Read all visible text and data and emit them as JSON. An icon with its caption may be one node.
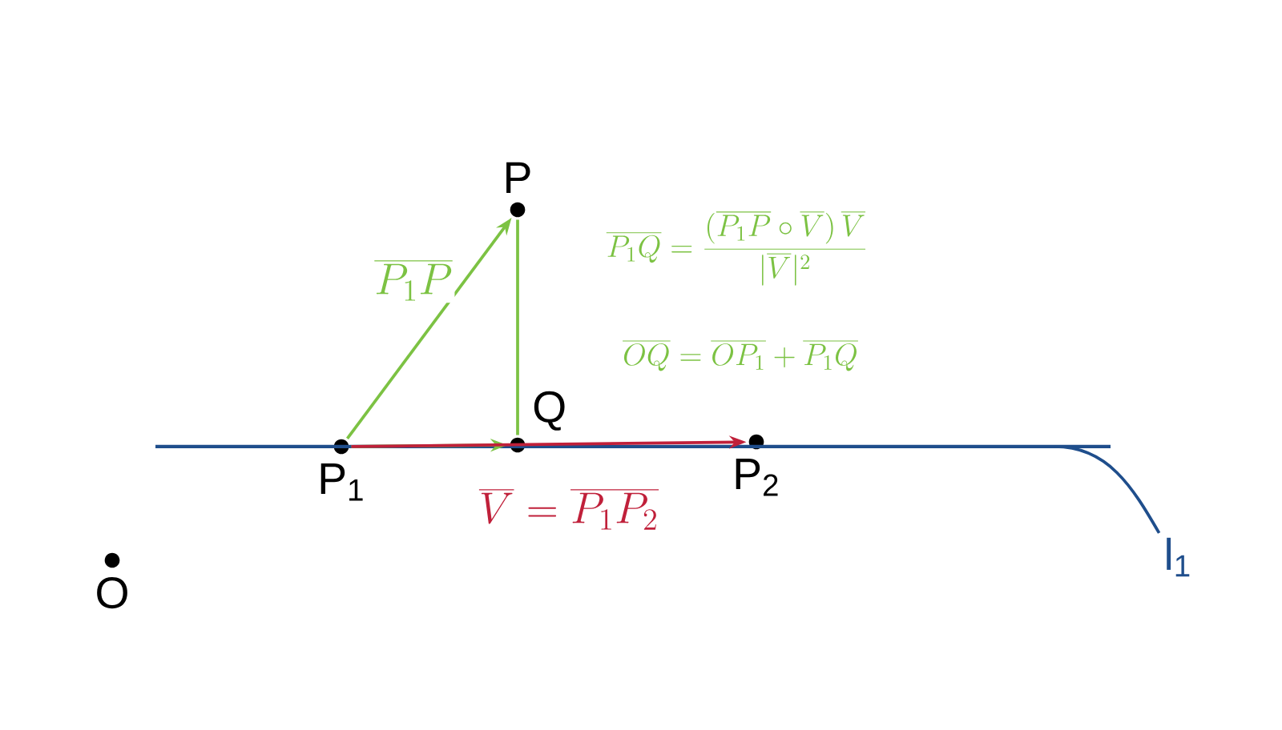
{
  "diagram": {
    "nodes": [
      {
        "text": [
          "P"
        ]
      },
      {
        "text": [
          "Q"
        ]
      },
      {
        "text": [
          "P$_{1}$"
        ]
      },
      {
        "text": [
          "P$_{2}$"
        ]
      },
      {
        "text": [
          "O"
        ]
      },
      {
        "text": [],
        "shape": "line"
      },
      {
        "text": [
          "l$_{1}$"
        ]
      }
    ],
    "edges": [
      {
        "from": 2,
        "to": 0,
        "arrow": "to",
        "label": "\\overline{P_1P}"
      },
      {
        "from": 0,
        "to": 1,
        "arrow": "none"
      },
      {
        "from": 2,
        "to": 1,
        "arrow": "to"
      },
      {
        "from": 2,
        "to": 3,
        "arrow": "to",
        "label": "\\overline{V} = \\overline{P_1P_2}",
        "color": "#c0203a"
      },
      {
        "from": 6,
        "to": 5,
        "arrow": "none",
        "color": "#1f4e8c"
      }
    ],
    "labels": [
      "\\overline{P_1Q} = \\frac{(\\overline{P_1P}\\circ\\overline{V})\\,\\overline{V}}{|\\overline{V}|^2}",
      "\\overline{OQ} = \\overline{OP_1} + \\overline{P_1Q}"
    ]
  }
}
